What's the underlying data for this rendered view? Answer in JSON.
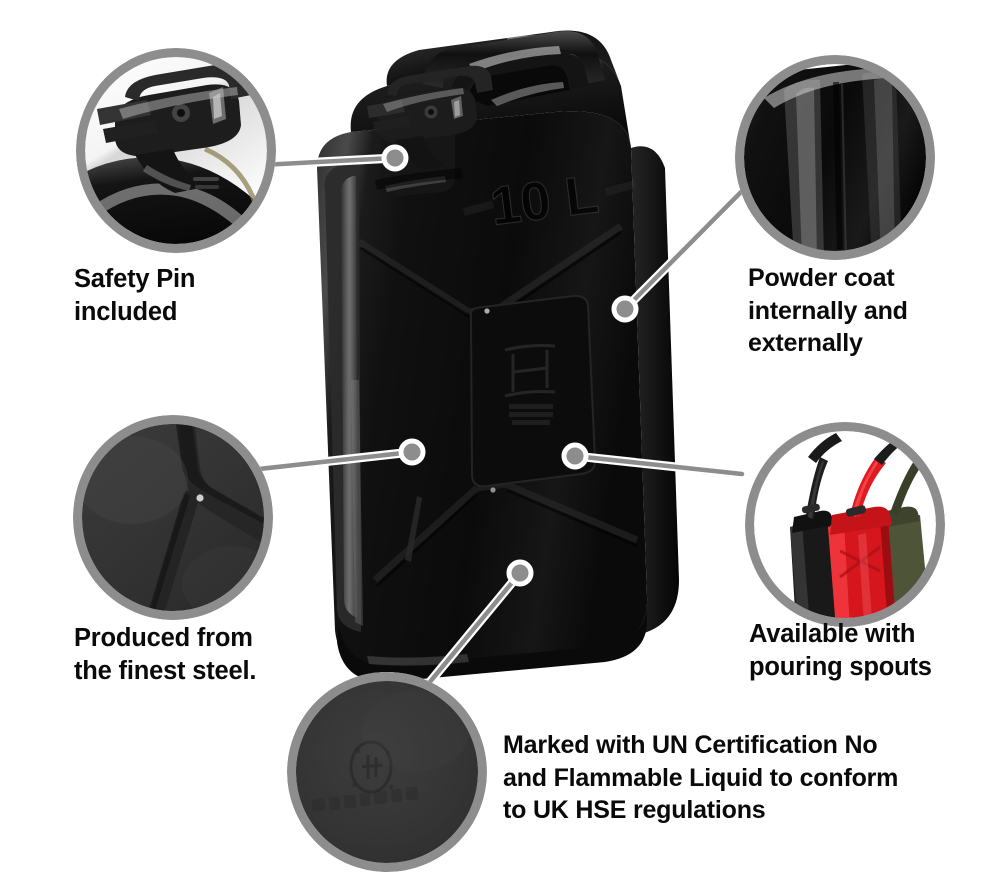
{
  "page": {
    "title": "10L Steel Jerry Can Features",
    "background_color": "#ffffff",
    "ring_color": "#8d8d8d",
    "connector_color": "#8d8d8d",
    "connector_outline_color": "#ffffff",
    "text_color": "#0a0a0a"
  },
  "product": {
    "name": "jerry-can",
    "color": "#0d0d0d",
    "capacity_embossing": "10 L",
    "embossing_text": "10 L"
  },
  "callouts": [
    {
      "id": "safety-pin",
      "label": "Safety Pin\nincluded",
      "line1": "Safety Pin",
      "line2": "included",
      "bubble_image": "cap-closure-closeup",
      "anchor": "can-cap-latch"
    },
    {
      "id": "powder-coat",
      "label": "Powder coat\ninternally and\nexternally",
      "line1": "Powder coat",
      "line2": "internally and",
      "line3": "externally",
      "bubble_image": "glossy-black-surface-closeup",
      "anchor": "can-body-upper-right"
    },
    {
      "id": "finest-steel",
      "label": "Produced from\nthe finest steel.",
      "line1": "Produced from",
      "line2": "the finest steel.",
      "bubble_image": "steel-surface-closeup",
      "anchor": "can-body-left"
    },
    {
      "id": "pouring-spouts",
      "label": "Available with\npouring spouts",
      "line1": "Available with",
      "line2": "pouring spouts",
      "bubble_image": "three-cans-with-spouts",
      "anchor": "can-body-centre-right"
    },
    {
      "id": "un-certification",
      "label": "Marked with UN Certification No\nand Flammable Liquid to conform\nto UK HSE regulations",
      "line1": "Marked with UN Certification No",
      "line2": "and Flammable Liquid to conform",
      "line3": "to UK HSE regulations",
      "bubble_image": "un-certification-stamp-closeup",
      "anchor": "can-body-lower"
    }
  ],
  "spout_cans": [
    {
      "name": "black-can",
      "color": "#1a1a1a"
    },
    {
      "name": "red-can",
      "color": "#d5161c"
    },
    {
      "name": "green-can",
      "color": "#4e5438"
    }
  ]
}
